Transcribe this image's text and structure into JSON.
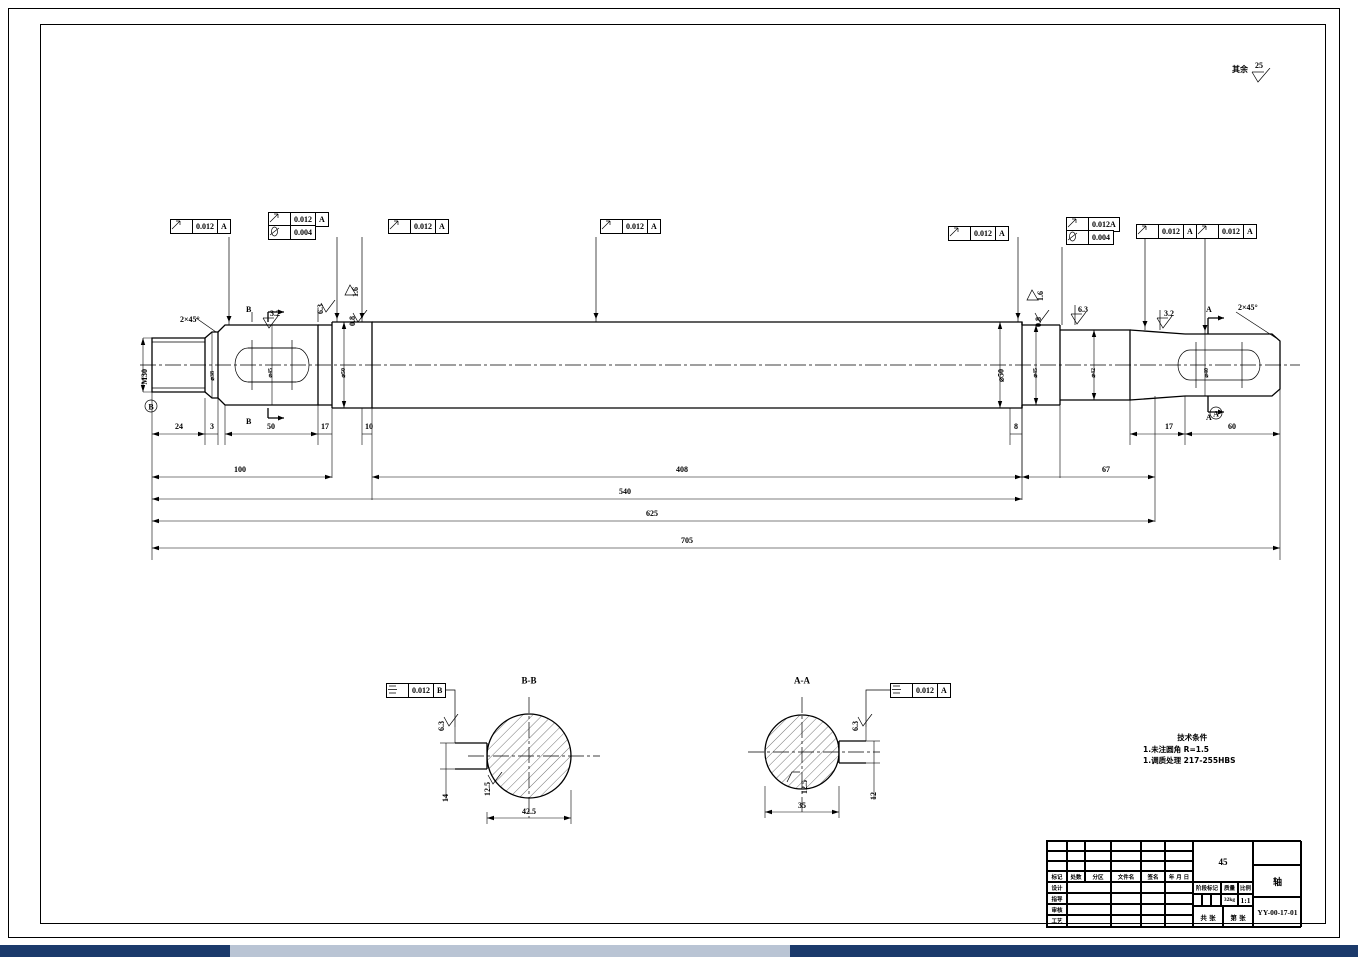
{
  "sheet": {
    "general_roughness_note": "其余",
    "general_roughness_value": "25"
  },
  "views": {
    "main_label": "",
    "section_bb_label": "B-B",
    "section_aa_label": "A-A",
    "datum_a": "A",
    "datum_b": "B",
    "section_mark_b": "B",
    "section_mark_a": "A"
  },
  "geometric_tolerances": [
    {
      "id": "gt1",
      "symbol": "runout",
      "value": "0.012",
      "datum": "A"
    },
    {
      "id": "gt2a",
      "symbol": "runout",
      "value": "0.012",
      "datum": "A"
    },
    {
      "id": "gt2b",
      "symbol": "cylindricity",
      "value": "0.004",
      "datum": ""
    },
    {
      "id": "gt3",
      "symbol": "runout",
      "value": "0.012",
      "datum": "A"
    },
    {
      "id": "gt4",
      "symbol": "runout",
      "value": "0.012",
      "datum": "A"
    },
    {
      "id": "gt5",
      "symbol": "runout",
      "value": "0.012",
      "datum": "A"
    },
    {
      "id": "gt6a",
      "symbol": "runout",
      "value": "0.012A",
      "datum": ""
    },
    {
      "id": "gt6b",
      "symbol": "cylindricity",
      "value": "0.004",
      "datum": ""
    },
    {
      "id": "gt7",
      "symbol": "runout",
      "value": "0.012",
      "datum": "A"
    },
    {
      "id": "gt8",
      "symbol": "runout",
      "value": "0.012",
      "datum": "A"
    },
    {
      "id": "gt9",
      "symbol": "symmetry",
      "value": "0.012",
      "datum": "B"
    },
    {
      "id": "gt10",
      "symbol": "symmetry",
      "value": "0.012",
      "datum": "A"
    }
  ],
  "roughness": {
    "r_left_63": "6.3",
    "r_left_08": "0.8",
    "r_left_16": "1.6",
    "r_left_32": "3.2",
    "r_right_16": "1.6",
    "r_right_08": "0.8",
    "r_right_63": "6.3",
    "r_right_32": "3.2",
    "sec_bb_63": "6.3",
    "sec_bb_125": "12.5",
    "sec_aa_63": "6.3",
    "sec_aa_125": "12.5"
  },
  "dimensions": {
    "chain": [
      "24",
      "3",
      "50",
      "17",
      "10",
      "8",
      "17",
      "60"
    ],
    "d24": "24",
    "d3": "3",
    "d50": "50",
    "d17": "17",
    "d10": "10",
    "d8": "8",
    "d17r": "17",
    "d60": "60",
    "d67": "67",
    "d100": "100",
    "d408": "408",
    "d540": "540",
    "d625": "625",
    "d705": "705"
  },
  "diameters": {
    "thread_left": "M30",
    "dia_left_boss": "⌀38",
    "dia_key_left": "⌀45",
    "dia_50_tol_left": "⌀50",
    "dia_50_main": "⌀50",
    "dia_45_right": "⌀45",
    "dia_42_right": "⌀42",
    "dia_40_right": "⌀40"
  },
  "chamfers": {
    "left": "2×45°",
    "right": "2×45°"
  },
  "section_bb": {
    "title": "B-B",
    "width": "42.5",
    "keyway_depth": "14",
    "rough_a": "6.3",
    "rough_b": "12.5"
  },
  "section_aa": {
    "title": "A-A",
    "width": "35",
    "keyway_depth": "12",
    "rough_a": "6.3",
    "rough_b": "12.5"
  },
  "technical_requirements": {
    "title": "技术条件",
    "lines": [
      "1.未注圆角 R=1.5",
      "1.调质处理 217-255HBS"
    ]
  },
  "title_block": {
    "col_headers": [
      "标记",
      "处数",
      "分区",
      "文件名",
      "签名",
      "年 月 日"
    ],
    "roles": [
      "设计",
      "指导",
      "审核",
      "工艺"
    ],
    "material": "45",
    "stage_label": "阶段标记",
    "mass_label": "质量",
    "scale_label": "比例",
    "mass_value": "32kg",
    "scale_value": "1:1",
    "sheets_total_label": "共 张",
    "sheets_index_label": "第 张",
    "part_name": "轴",
    "drawing_no": "YY-00-17-01"
  }
}
